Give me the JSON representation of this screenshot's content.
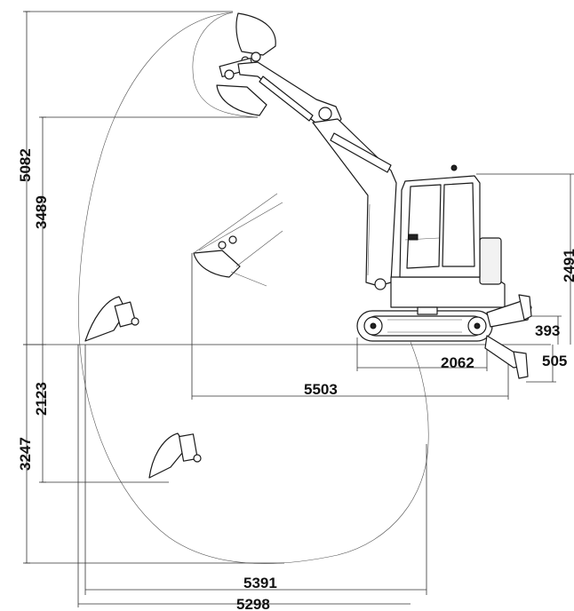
{
  "dimensions": {
    "max_digging_height": "5082",
    "max_dump_height": "3489",
    "max_vertical_wall_depth": "2123",
    "max_digging_depth": "3247",
    "overall_height": "2491",
    "blade_lift_height": "393",
    "blade_depth": "505",
    "track_length": "2062",
    "min_swing_radius": "5503",
    "max_reach_ground": "5391",
    "max_reach": "5298"
  },
  "colors": {
    "line": "#333333",
    "text": "#111111",
    "background": "#ffffff"
  }
}
